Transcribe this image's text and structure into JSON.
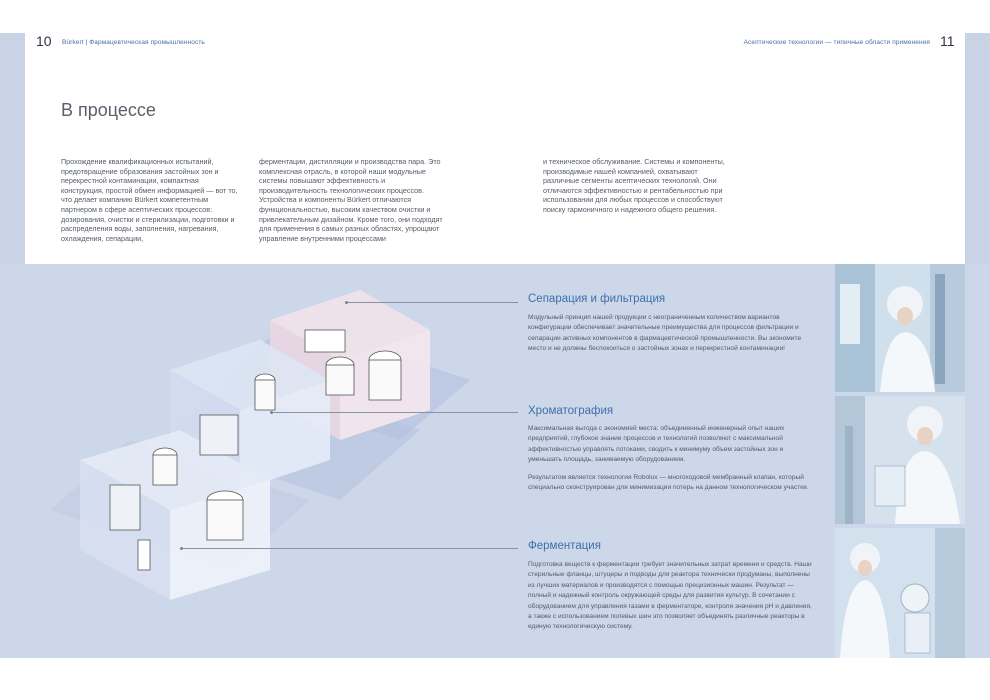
{
  "header": {
    "left_page_number": "10",
    "left_running_title": "Bürkert | Фармацевтическая промышленность",
    "right_running_title": "Асептические технологии — типичные области применения",
    "right_page_number": "11"
  },
  "heading": "В процессе",
  "intro": {
    "col1": "Прохождение квалификационных испытаний, предотвращение образования застойных зон и перекрестной контаминации, компактная конструкция, простой обмен информацией — вот то, что делает компанию Bürkert компетентным партнером в сфере асептических процессов: дозирования, очистки и стерилизации, подготовки и распределения воды, заполнения, нагревания, охлаждения, сепарации,",
    "col2": "ферментации, дистилляции и производства пара. Это комплексная отрасль, в которой наши модульные системы повышают эффективность и производительность технологических процессов. Устройства и компоненты Bürkert отличаются функциональностью, высоким качеством очистки и привлекательным дизайном. Кроме того, они подходят для применения в самых разных областях, упрощают управление внутренними процессами",
    "col3": "и техническое обслуживание. Системы и компоненты, производимые нашей компанией, охватывают различные сегменты асептических технологий. Они отличаются эффективностью и рентабельностью при использовании для любых процессов и способствуют поиску гармоничного и надежного общего решения."
  },
  "sections": [
    {
      "title": "Сепарация и фильтрация",
      "text": "Модульный принцип нашей продукции с неограниченным количеством вариантов конфигурации обеспечивает значительные преимущества для процессов фильтрации и сепарации активных компонентов в фармацевтической промышленности. Вы экономите место и не должны беспокоиться о застойных зонах и перекрестной контаминации!"
    },
    {
      "title": "Хроматография",
      "text": "Максимальная выгода с экономией места: объединенный инженерный опыт наших предприятий, глубокое знание процессов и технологий позволяют с максимальной эффективностью управлять потоками, сводить к минимуму объем застойных зон и уменьшать площадь, занимаемую оборудованием.",
      "text2": "Результатом является технология Robolux — многоходовой мембранный клапан, который специально сконструирован для минимизации потерь на данном технологическом участке."
    },
    {
      "title": "Ферментация",
      "text": "Подготовка веществ к ферментации требует значительных затрат времени и средств. Наши стерильные фланцы, штуцеры и подводы для реактора технически продуманы, выполнены из лучших материалов и производятся с помощью прецизионных машин. Результат — полный и надежный контроль окружающей среды для развития культур. В сочетании с оборудованием для управления газами в ферментаторе, контроля значения pH и давления, а также с использованием полевых шин это позволяет объединять различные реакторы в единую технологическую систему."
    }
  ],
  "colors": {
    "accent_blue": "#3f6fa8",
    "band": "#cdd7ea",
    "sidebar": "#c9d3e6"
  }
}
